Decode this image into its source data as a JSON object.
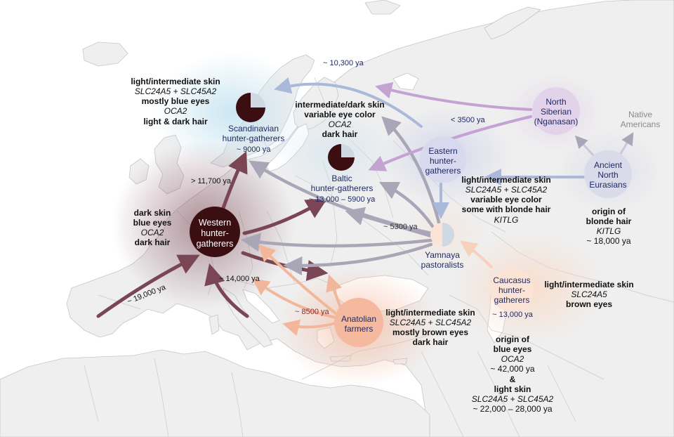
{
  "colors": {
    "sea": "#ffffff",
    "land": "#efefef",
    "border": "#c6c6c6",
    "whg": "#3b0f12",
    "ehg": "#d8d8ef",
    "nsib": "#e3d3ea",
    "ane": "#dadbea",
    "anatolian": "#f4b99e",
    "caucasus": "#fbe4d6",
    "arrow_whg": "#7a4655",
    "arrow_gray": "#a9a6b7",
    "arrow_blue": "#aab8da",
    "arrow_purple": "#c4a2d2",
    "arrow_orange": "#f2b79b",
    "arrow_peach": "#f6d2bd"
  },
  "groups": {
    "scandinavian": {
      "name1": "Scandinavian",
      "name2": "hunter-gatherers",
      "date": "~ 9000 ya"
    },
    "baltic": {
      "name1": "Baltic",
      "name2": "hunter-gatherers",
      "date": "~ 13,000 – 5900 ya"
    },
    "whg": {
      "line1": "Western",
      "line2": "hunter-",
      "line3": "gatherers"
    },
    "ehg": {
      "line1": "Eastern",
      "line2": "hunter-",
      "line3": "gatherers"
    },
    "nsib": {
      "line1": "North",
      "line2": "Siberian",
      "line3": "(Nganasan)"
    },
    "ane": {
      "line1": "Ancient",
      "line2": "North",
      "line3": "Eurasians"
    },
    "yamnaya": {
      "line1": "Yamnaya",
      "line2": "pastoralists"
    },
    "caucasus": {
      "line1": "Caucasus",
      "line2": "hunter-",
      "line3": "gatherers",
      "date": "~ 13,000 ya"
    },
    "anatolian": {
      "line1": "Anatolian",
      "line2": "farmers"
    },
    "native": {
      "line1": "Native",
      "line2": "Americans"
    }
  },
  "traits": {
    "scandinavian": {
      "l1": "light/intermediate skin",
      "l2": "SLC24A5 + SLC45A2",
      "l3": "mostly blue eyes",
      "l4": "OCA2",
      "l5": "light & dark hair"
    },
    "baltic": {
      "l1": "intermediate/dark skin",
      "l2": "variable eye color",
      "l3": "OCA2",
      "l4": "dark hair"
    },
    "whg": {
      "l1": "dark skin",
      "l2": "blue eyes",
      "l3": "OCA2",
      "l4": "dark hair"
    },
    "ehg": {
      "l1": "light/intermediate skin",
      "l2": "SLC24A5 + SLC45A2",
      "l3": "variable eye color",
      "l4": "some with blonde hair",
      "l5": "KITLG"
    },
    "ane": {
      "l1": "origin of",
      "l2": "blonde hair",
      "l3": "KITLG",
      "l4": "~ 18,000 ya"
    },
    "caucasus": {
      "l1": "light/intermediate skin",
      "l2": "SLC24A5",
      "l3": "brown eyes"
    },
    "anatolian": {
      "l1": "light/intermediate skin",
      "l2": "SLC24A5 + SLC45A2",
      "l3": "mostly brown eyes",
      "l4": "dark hair"
    },
    "origin": {
      "l1": "origin of",
      "l2": "blue eyes",
      "l3": "OCA2",
      "l4": "~ 42,000 ya",
      "l5": "&",
      "l6": "light skin",
      "l7": "SLC24A5 + SLC45A2",
      "l8": "~ 22,000 – 28,000 ya"
    }
  },
  "migration_labels": {
    "m10300": "~ 10,300 ya",
    "m3500": "< 3500 ya",
    "m11700": "> 11,700 ya",
    "m5300": "~ 5300 ya",
    "m14000": "~ 14,000 ya",
    "m19000": "~ 19,000 ya",
    "m8500": "~ 8500 ya"
  }
}
